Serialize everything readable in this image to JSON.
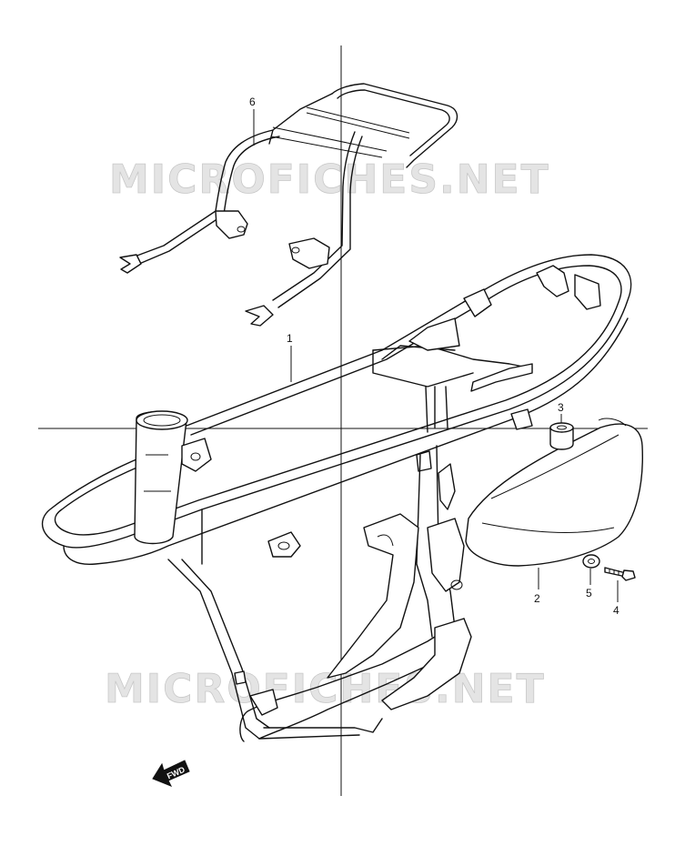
{
  "watermark": {
    "top": "MICROFICHES.NET",
    "bottom": "MICROFICHES.NET"
  },
  "callouts": [
    {
      "id": "1",
      "label": "1"
    },
    {
      "id": "2",
      "label": "2"
    },
    {
      "id": "3",
      "label": "3"
    },
    {
      "id": "4",
      "label": "4"
    },
    {
      "id": "5",
      "label": "5"
    },
    {
      "id": "6",
      "label": "6"
    }
  ],
  "fwd_label": "FWD"
}
